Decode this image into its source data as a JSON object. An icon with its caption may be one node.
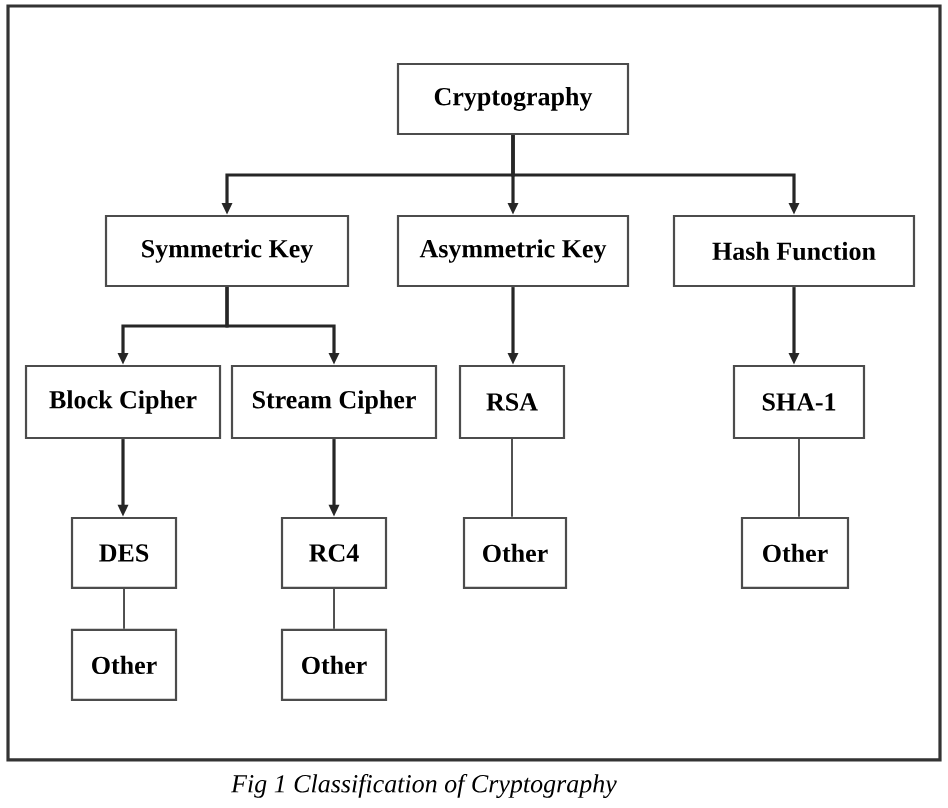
{
  "diagram": {
    "caption": "Fig 1   Classification of Cryptography",
    "nodes": [
      {
        "text": [
          "Cryptography"
        ]
      },
      {
        "text": [
          "Symmetric Key"
        ]
      },
      {
        "text": [
          "Asymmetric Key"
        ]
      },
      {
        "text": [
          "Hash Function"
        ]
      },
      {
        "text": [
          "Block Cipher"
        ]
      },
      {
        "text": [
          "Stream Cipher"
        ]
      },
      {
        "text": [
          "RSA"
        ]
      },
      {
        "text": [
          "SHA-1"
        ]
      },
      {
        "text": [
          "DES"
        ]
      },
      {
        "text": [
          "RC4"
        ]
      },
      {
        "text": [
          "Other"
        ]
      },
      {
        "text": [
          "Other"
        ]
      },
      {
        "text": [
          "Other"
        ]
      },
      {
        "text": [
          "Other"
        ]
      }
    ],
    "edges": [
      {
        "from": 0,
        "to": 1,
        "arrow": "to"
      },
      {
        "from": 0,
        "to": 2,
        "arrow": "to"
      },
      {
        "from": 0,
        "to": 3,
        "arrow": "to"
      },
      {
        "from": 1,
        "to": 4,
        "arrow": "to"
      },
      {
        "from": 1,
        "to": 5,
        "arrow": "to"
      },
      {
        "from": 2,
        "to": 6,
        "arrow": "to"
      },
      {
        "from": 3,
        "to": 7,
        "arrow": "to"
      },
      {
        "from": 4,
        "to": 8,
        "arrow": "to"
      },
      {
        "from": 5,
        "to": 9,
        "arrow": "to"
      },
      {
        "from": 6,
        "to": 10,
        "arrow": "none"
      },
      {
        "from": 7,
        "to": 11,
        "arrow": "none"
      },
      {
        "from": 8,
        "to": 12,
        "arrow": "none"
      },
      {
        "from": 9,
        "to": 13,
        "arrow": "none"
      }
    ]
  }
}
